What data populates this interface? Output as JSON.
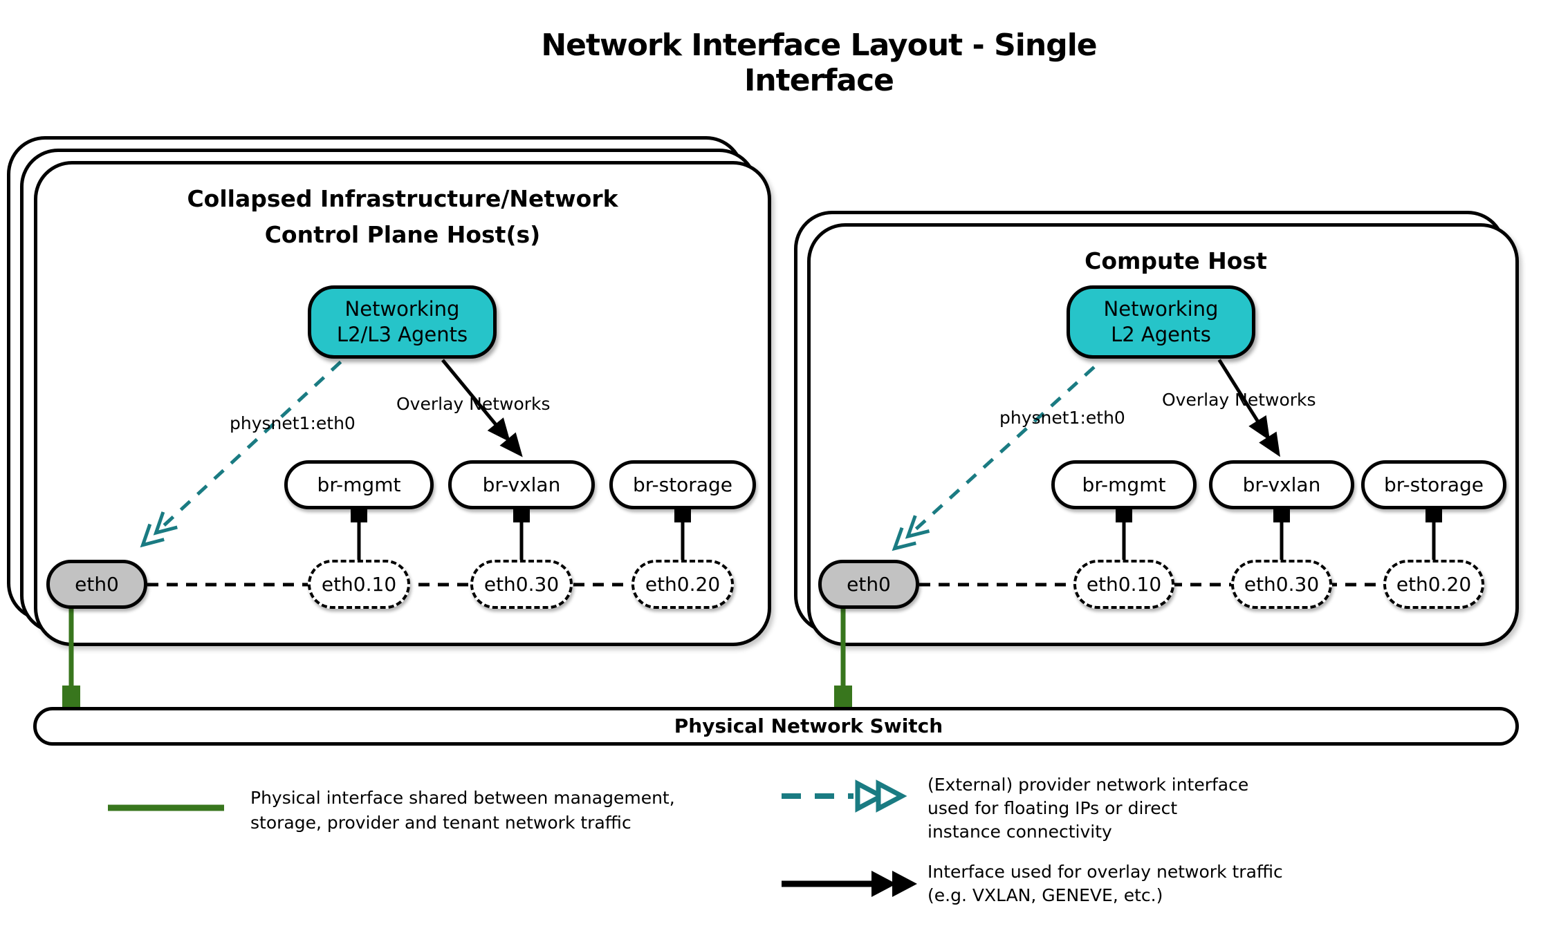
{
  "title": "Network Interface Layout - Single Interface",
  "hosts": [
    {
      "title_lines": [
        "Collapsed Infrastructure/Network",
        "Control Plane Host(s)"
      ],
      "agent_lines": [
        "Networking",
        "L2/L3 Agents"
      ],
      "provider_arrow_label": "physnet1:eth0",
      "overlay_arrow_label": "Overlay Networks",
      "bridges": [
        "br-mgmt",
        "br-vxlan",
        "br-storage"
      ],
      "physical_interface": "eth0",
      "vlan_interfaces": [
        "eth0.10",
        "eth0.30",
        "eth0.20"
      ]
    },
    {
      "title_lines": [
        "Compute Host"
      ],
      "agent_lines": [
        "Networking",
        "L2 Agents"
      ],
      "provider_arrow_label": "physnet1:eth0",
      "overlay_arrow_label": "Overlay Networks",
      "bridges": [
        "br-mgmt",
        "br-vxlan",
        "br-storage"
      ],
      "physical_interface": "eth0",
      "vlan_interfaces": [
        "eth0.10",
        "eth0.30",
        "eth0.20"
      ]
    }
  ],
  "switch": {
    "label": "Physical Network Switch"
  },
  "legend": [
    {
      "symbol": "green-solid-line",
      "color": "#38761d",
      "lines": [
        "Physical interface shared between management,",
        "storage, provider and tenant network traffic"
      ]
    },
    {
      "symbol": "teal-dashed-double-arrow",
      "color": "#1a7b82",
      "lines": [
        "(External) provider network interface",
        "used for floating IPs or direct",
        "instance connectivity"
      ]
    },
    {
      "symbol": "black-solid-double-arrow",
      "color": "#000000",
      "lines": [
        "Interface used for overlay network traffic",
        "(e.g. VXLAN, GENEVE, etc.)"
      ]
    }
  ],
  "colors": {
    "agent_fill": "#26c4c9",
    "provider_line": "#1a7b82",
    "physical_line": "#38761d",
    "interface_fill": "#c2c2c2"
  }
}
